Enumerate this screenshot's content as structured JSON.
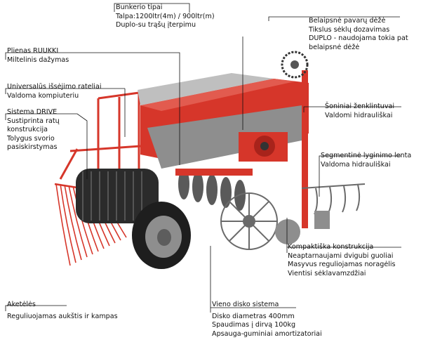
{
  "colors": {
    "machine_red": "#d6362a",
    "dark_red": "#a8231b",
    "grey": "#8e8e8e",
    "dark": "#2b2b2b",
    "line": "#111111"
  },
  "labels": {
    "bunker": {
      "title": "Bunkerio tipai",
      "lines": [
        "Talpa:1200ltr(4m) / 900ltr(m)",
        "Duplo-su trąšų įterpimu"
      ]
    },
    "belaipsne": {
      "title": "Belaipsnė pavarų dėžė",
      "lines": [
        "Tikslus sėklų dozavimas",
        "DUPLO - naudojama tokia pat",
        "belaipsnė dėžė"
      ]
    },
    "plienas": {
      "title": "Plienas RUUKKI",
      "lines": [
        "Miltelinis dažymas"
      ]
    },
    "universalus": {
      "title": "Universalūs išsėjimo rateliai",
      "lines": [
        "Valdoma kompiuteriu"
      ]
    },
    "soniniai": {
      "title": "Šoniniai ženklintuvai",
      "lines": [
        "Valdomi hidrauliškai"
      ]
    },
    "drive": {
      "title": "Sistema DRIVE",
      "lines": [
        "Sustiprinta ratų",
        "konstrukcija",
        "Tolygus svorio",
        "pasiskirstymas"
      ]
    },
    "segmentine": {
      "title": "Segmentinė lyginimo lenta",
      "lines": [
        "Valdoma hidrauliškai"
      ]
    },
    "kompaktiska": {
      "title": "Kompaktiška konstrukcija",
      "lines": [
        "Neaptarnaujami dvigubi guoliai",
        "Masyvus reguliojamas noragėlis",
        "Vientisi sėklavamzdžiai"
      ]
    },
    "aketeles": {
      "title": "Aketėlės",
      "lines": [
        "Reguliuojamas aukštis ir kampas"
      ]
    },
    "vienodisko": {
      "title": "Vieno disko sistema",
      "lines": [
        "Disko diametras 400mm",
        "Spaudimas į dirvą 100kg",
        "Apsauga-guminiai amortizatoriai"
      ]
    }
  }
}
